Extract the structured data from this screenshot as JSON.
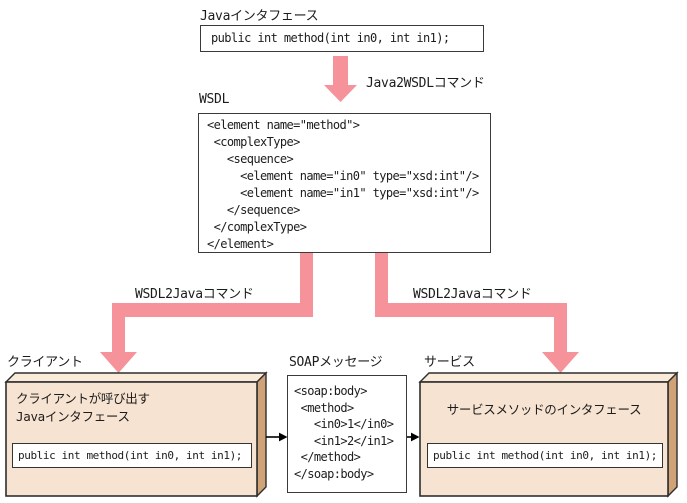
{
  "colors": {
    "arrow_pink": "#f5929a",
    "box_face": "#f7e3d1",
    "box_face_top": "#f9ead9",
    "box_face_side": "#cfa278",
    "box_border": "#2e2e2e",
    "black": "#000000"
  },
  "top": {
    "label": "Javaインタフェース",
    "code": "public int method(int in0, int in1);"
  },
  "java2wsdl": {
    "label": "Java2WSDLコマンド"
  },
  "wsdl": {
    "label": "WSDL",
    "code_lines": [
      "<element name=\"method\">",
      " <complexType>",
      "   <sequence>",
      "     <element name=\"in0\" type=\"xsd:int\"/>",
      "     <element name=\"in1\" type=\"xsd:int\"/>",
      "   </sequence>",
      " </complexType>",
      "</element>"
    ]
  },
  "wsdl2java_left": {
    "label": "WSDL2Javaコマンド"
  },
  "wsdl2java_right": {
    "label": "WSDL2Javaコマンド"
  },
  "client": {
    "label": "クライアント",
    "title_line1": "クライアントが呼び出す",
    "title_line2": "Javaインタフェース",
    "code": "public int method(int in0, int in1);"
  },
  "soap": {
    "label": "SOAPメッセージ",
    "code_lines": [
      "<soap:body>",
      " <method>",
      "   <in0>1</in0>",
      "   <in1>2</in1>",
      " </method>",
      "</soap:body>"
    ]
  },
  "service": {
    "label": "サービス",
    "title": "サービスメソッドのインタフェース",
    "code": "public int method(int in0, int in1);"
  }
}
